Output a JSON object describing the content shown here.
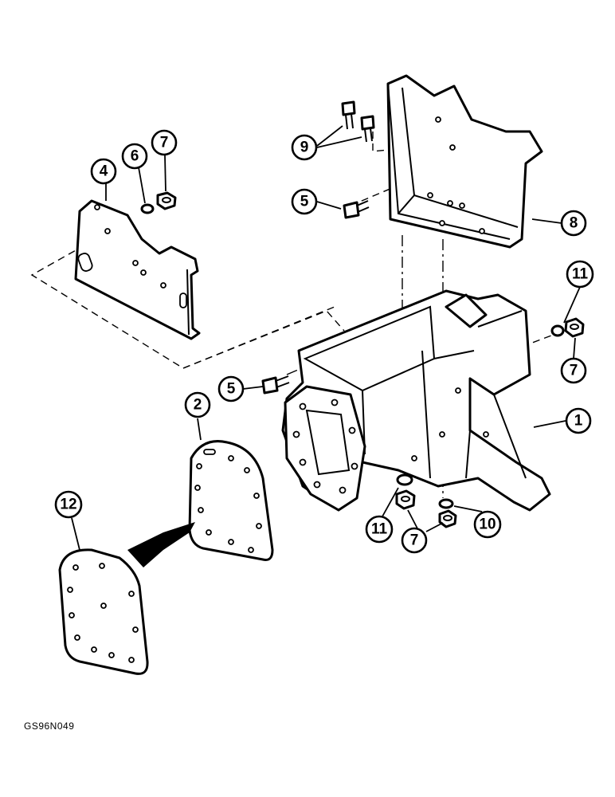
{
  "callouts": [
    {
      "id": "c1",
      "label": "1"
    },
    {
      "id": "c2",
      "label": "2"
    },
    {
      "id": "c4",
      "label": "4"
    },
    {
      "id": "c5a",
      "label": "5"
    },
    {
      "id": "c5b",
      "label": "5"
    },
    {
      "id": "c6",
      "label": "6"
    },
    {
      "id": "c7a",
      "label": "7"
    },
    {
      "id": "c7b",
      "label": "7"
    },
    {
      "id": "c7c",
      "label": "7"
    },
    {
      "id": "c8",
      "label": "8"
    },
    {
      "id": "c9",
      "label": "9"
    },
    {
      "id": "c10",
      "label": "10"
    },
    {
      "id": "c11a",
      "label": "11"
    },
    {
      "id": "c11b",
      "label": "11"
    },
    {
      "id": "c12",
      "label": "12"
    }
  ],
  "figure_code": "GS96N049"
}
